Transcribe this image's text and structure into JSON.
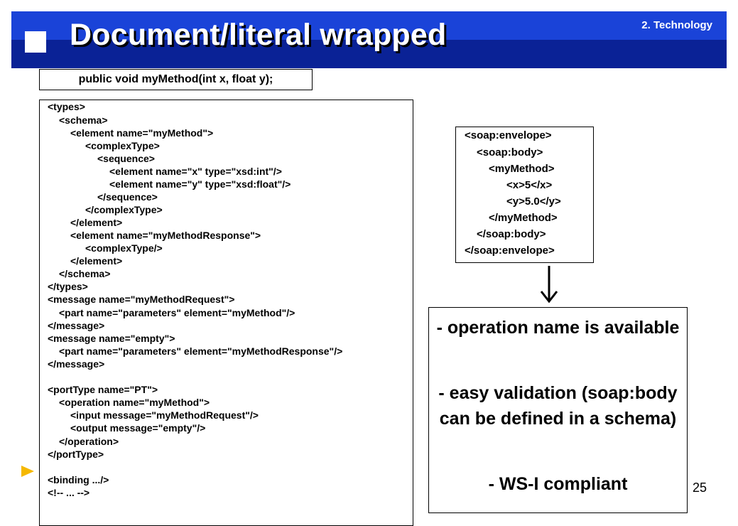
{
  "slide": {
    "title": "Document/literal wrapped",
    "section": "2. Technology",
    "page_number": "25",
    "method_signature": "public void myMethod(int x, float y);",
    "colors": {
      "header_light": "#1a43d8",
      "header_dark": "#0a2296",
      "side_arrow": "#f5b800"
    }
  },
  "wsdl_lines": [
    "<types>",
    "<schema>",
    "<element name=\"myMethod\">",
    "<complexType>",
    "<sequence>",
    "<element name=\"x\" type=\"xsd:int\"/>",
    "<element name=\"y\" type=\"xsd:float\"/>",
    "</sequence>",
    "</complexType>",
    "</element>",
    "<element name=\"myMethodResponse\">",
    "<complexType/>",
    "</element>",
    "</schema>",
    "</types>",
    "<message name=\"myMethodRequest\">",
    "<part name=\"parameters\" element=\"myMethod\"/>",
    "</message>",
    "<message name=\"empty\">",
    "<part name=\"parameters\" element=\"myMethodResponse\"/>",
    "</message>",
    "",
    "<portType name=\"PT\">",
    "<operation name=\"myMethod\">",
    "<input message=\"myMethodRequest\"/>",
    "<output message=\"empty\"/>",
    "</operation>",
    "</portType>",
    "",
    "<binding .../>",
    "<!-- ... -->"
  ],
  "soap_lines": [
    "<soap:envelope>",
    "<soap:body>",
    "<myMethod>",
    "<x>5</x>",
    "<y>5.0</y>",
    "</myMethod>",
    "</soap:body>",
    "</soap:envelope>"
  ],
  "benefits": [
    "- operation name is available",
    "- easy validation (soap:body can be defined in a schema)",
    "- WS-I compliant"
  ]
}
